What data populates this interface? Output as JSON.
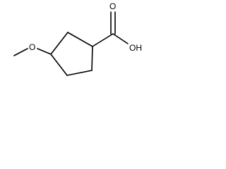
{
  "molecule": {
    "atom_labels": {
      "carbonyl_oxygen": "O",
      "hydroxyl": "OH",
      "methoxy_oxygen": "O"
    },
    "colors": {
      "bond": "#000000",
      "label": "#000000",
      "background": "#ffffff"
    }
  }
}
